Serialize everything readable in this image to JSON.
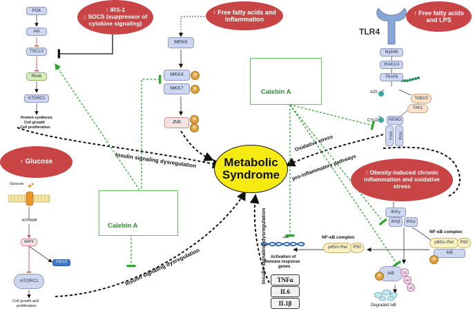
{
  "diagram": {
    "center": {
      "line1": "Metabolic",
      "line2": "Syndrome"
    },
    "ellipses": {
      "irs": {
        "up": "↑",
        "line1": "IRS-1",
        "down": "↓",
        "line2": "SOCS (suppressor of",
        "line3": "cytokine signaling)"
      },
      "ffa_inflam": {
        "up": "↑",
        "line1": "Free fatty acids and",
        "line2": "inflammation"
      },
      "ffa_lps": {
        "up": "↑",
        "line1": "Free fatty acids",
        "line2": "and LPS"
      },
      "glucose": {
        "up": "↑",
        "label": "Glucose"
      },
      "obesity": {
        "up": "↑",
        "line1": "Obesity-induced chronic",
        "line2": "inflammation and oxidative",
        "line3": "stress"
      }
    },
    "left_pathway": {
      "pi3k": "PI3K",
      "akt": "Akt",
      "tsc": "TSC1/2",
      "rheb": "Rheb",
      "mtorc1": "mTORC1",
      "out1": "Protein synthesis",
      "out2": "Cell growth",
      "out3": "Cell proliferation"
    },
    "mapk": {
      "mekk": "MEKK",
      "mkk4": "MKK4",
      "mkk7": "MKK7",
      "jnk": "JNK",
      "p": "P"
    },
    "tlr": {
      "tlr4": "TLR4",
      "myd88": "MyD88",
      "irak": "IRAK1/4",
      "traf6": "TRAF6",
      "a20": "A20",
      "tab": "TAB2/3",
      "tak1": "TAK1",
      "cyld": "CYLD",
      "nemo": "NEMO",
      "ikka": "IKKα",
      "ikkb": "IKKβ"
    },
    "ikk2": {
      "ikkg": "IKKγ",
      "ikkb": "IKKβ",
      "ikka": "IKKα"
    },
    "nfkb_right": {
      "title": "NF-κB complex",
      "p65": "p65/c-Rel",
      "p50": "P50",
      "ikb": "IkB",
      "p": "P"
    },
    "nfkb_mid": {
      "title": "NF-κB complex",
      "p65": "p65/c-Rel",
      "p50": "P50"
    },
    "ikb_deg": {
      "ikb": "IκB",
      "p": "P",
      "ub": "Ub",
      "degraded": "Degraded IκB"
    },
    "dna": {
      "line1": "Activation of",
      "line2": "immune response",
      "line3": "genes"
    },
    "cytokines": [
      "TNFα",
      "IL6",
      "IL1β"
    ],
    "glucose_panel": {
      "glucose": "Glucose",
      "atp": "↑ATP/AMP",
      "ampk": "AMPK",
      "tsc": "TSC1/2",
      "mtorc1": "mTORC1",
      "out1": "Cell growth and",
      "out2": "proliferation"
    },
    "calebin": {
      "top": "Calebin A",
      "left": "Calebin A"
    },
    "arrow_labels": {
      "insulin_top": "Insulin signaling dysregulation",
      "insulin_bottom": "Insulin signaling dysregulation",
      "insulin_vertical": "Insulin signaling dysregulation",
      "oxidative": "Oxidative stress",
      "proinflam": "pro-inflammatory pathways"
    }
  }
}
